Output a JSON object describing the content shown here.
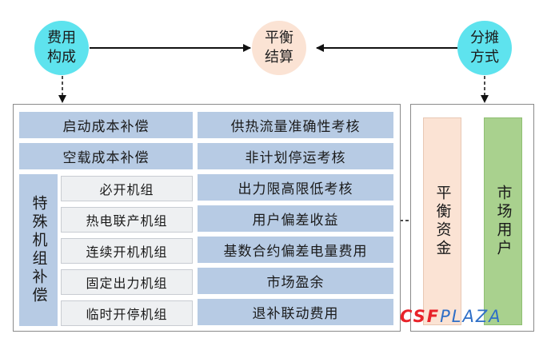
{
  "nodes": {
    "cost_composition": "费用构成",
    "balance_settlement": "平衡结算",
    "allocation_method": "分摊方式"
  },
  "left_panel": {
    "rows": [
      "启动成本补偿",
      "空载成本补偿"
    ],
    "special_group": {
      "label": "特殊机组补偿",
      "items": [
        "必开机组",
        "热电联产机组",
        "连续开机机组",
        "固定出力机组",
        "临时开停机组"
      ]
    },
    "assessments": [
      "供热流量准确性考核",
      "非计划停运考核",
      "出力限高限低考核",
      "用户偏差收益",
      "基数合约偏差电量费用",
      "市场盈余",
      "退补联动费用"
    ]
  },
  "right_panel": {
    "fund": "平衡资金",
    "users": "市场用户"
  },
  "watermark": {
    "red": "CSF",
    "blue": "PLAZA"
  },
  "colors": {
    "cyan_node": "#5ee3ee",
    "peach_node": "#fbe3d4",
    "blue_box": "#b7cbe4",
    "fund_bar": "#fbe3d4",
    "users_bar": "#a9d18e"
  }
}
